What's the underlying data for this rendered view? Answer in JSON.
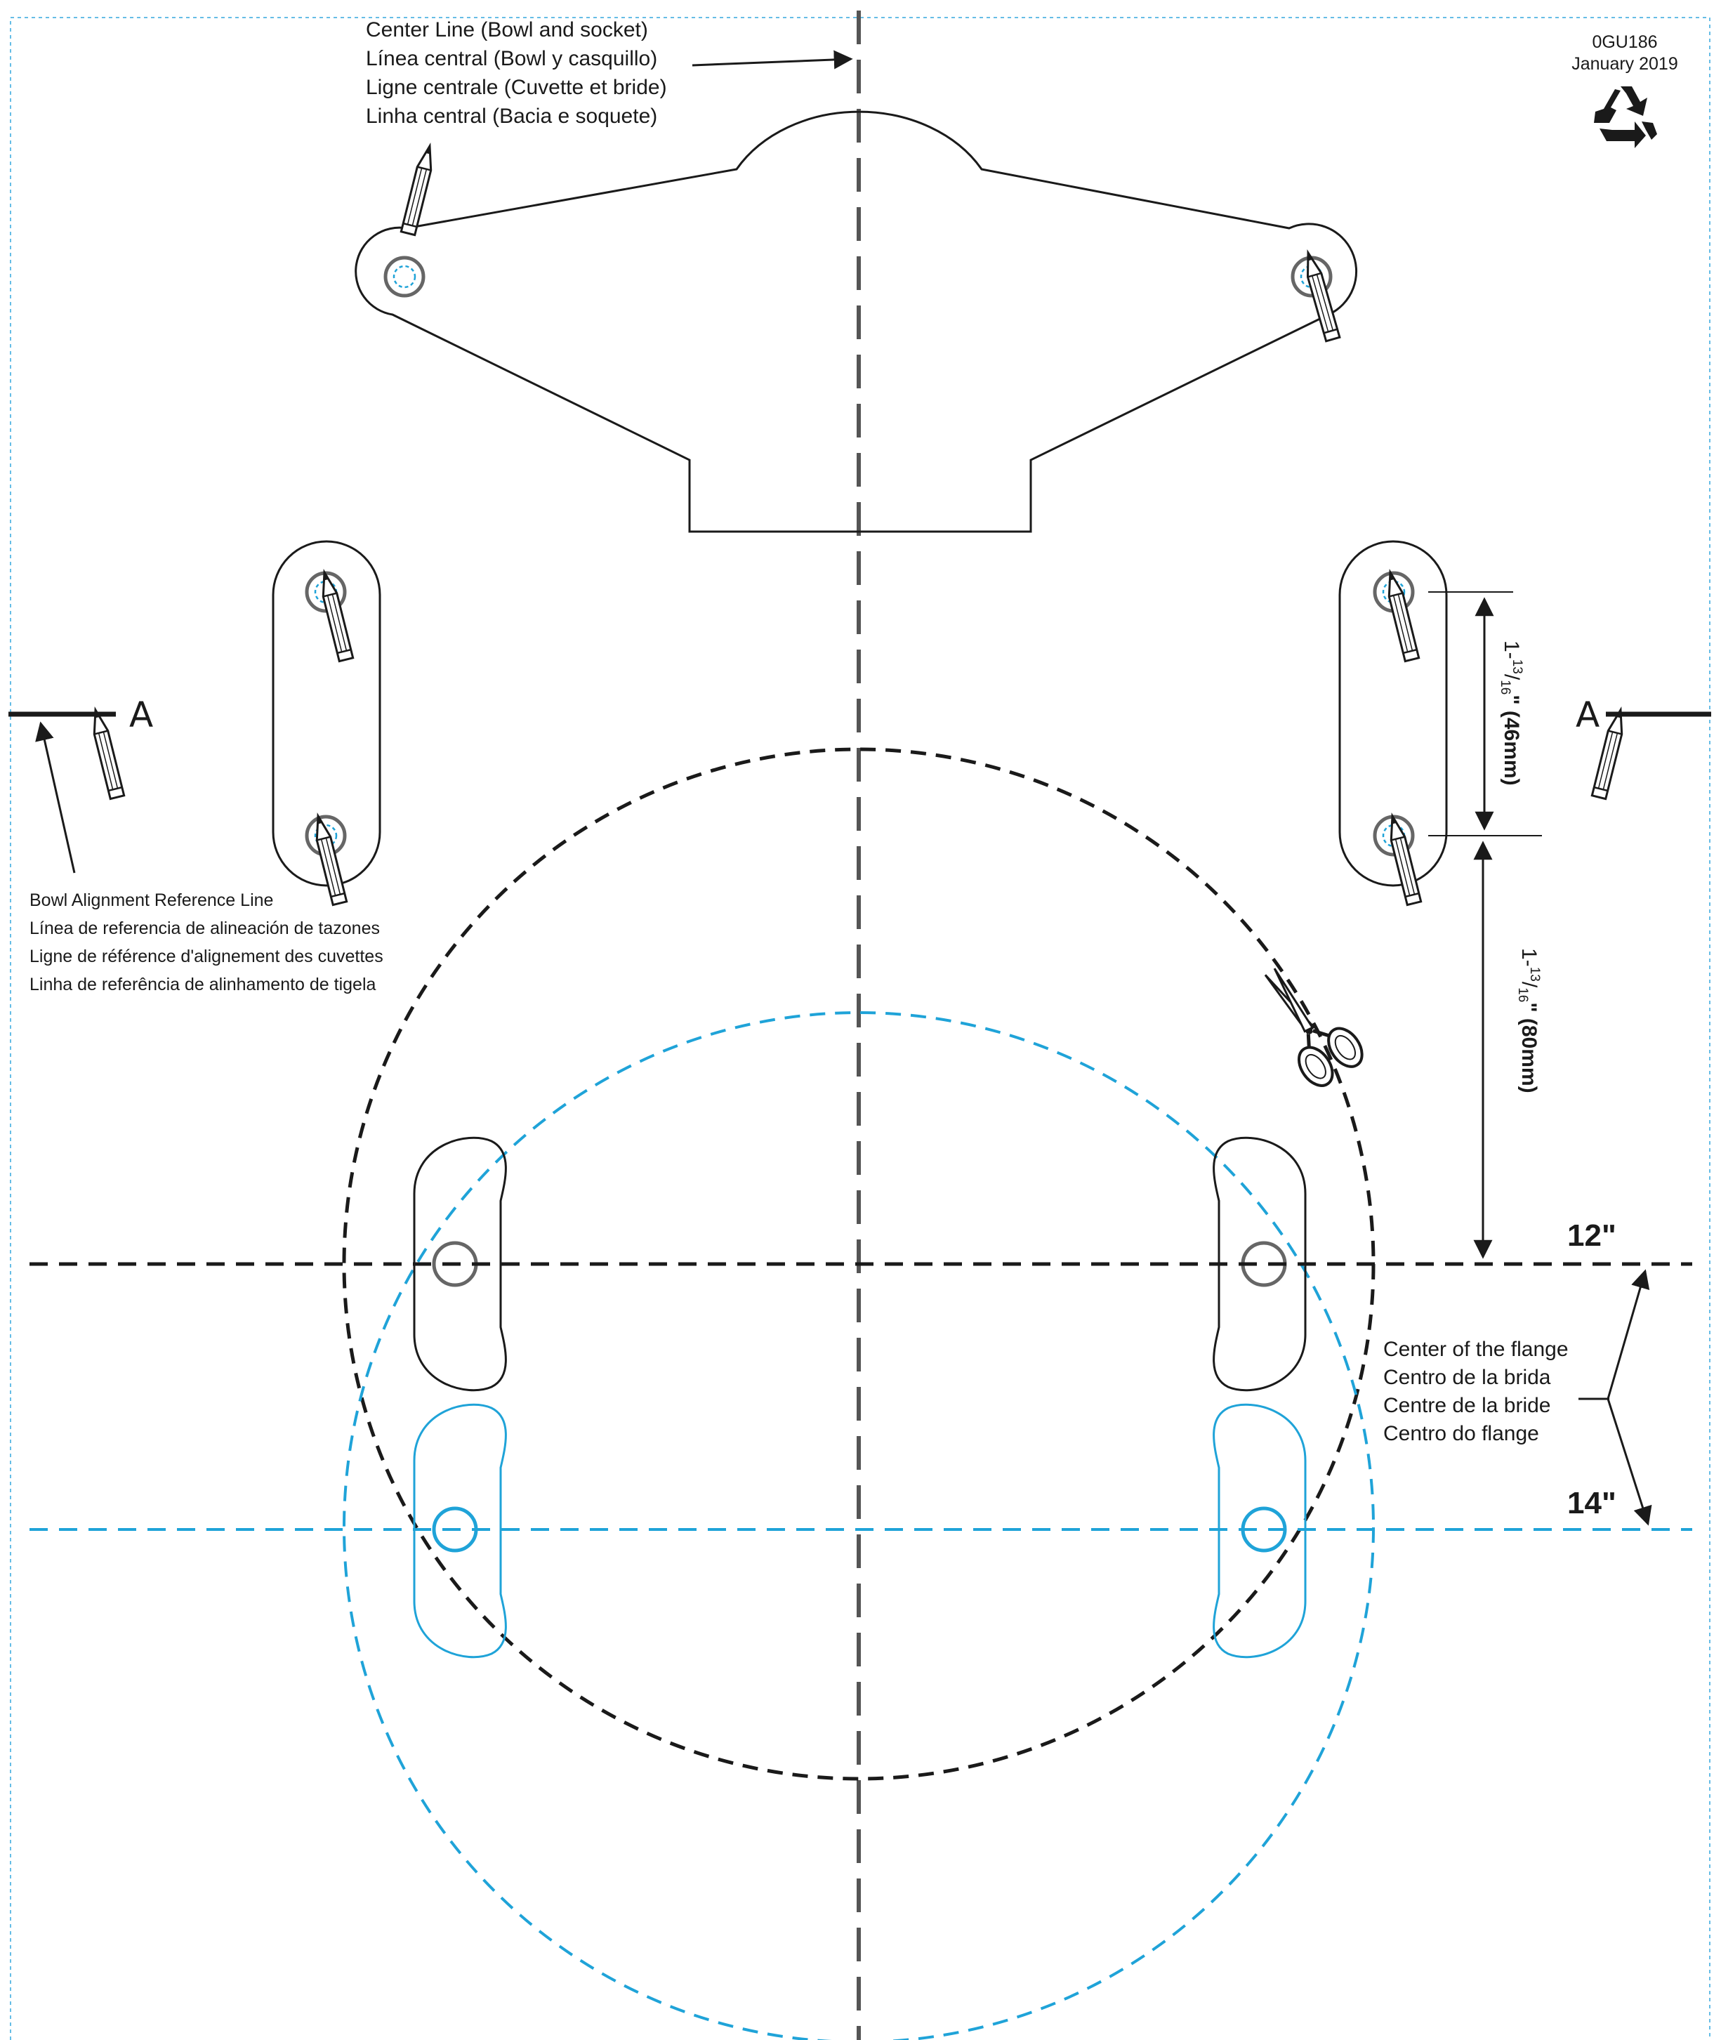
{
  "doc": {
    "code": "0GU186",
    "date": "January 2019",
    "recycle_icon": "recycle-icon"
  },
  "center_line": {
    "label_lines": [
      "Center Line (Bowl and socket)",
      "Línea central (Bowl y casquillo)",
      "Ligne centrale (Cuvette et bride)",
      "Linha central (Bacia e soquete)"
    ]
  },
  "bowl_reference": {
    "label_lines": [
      "Bowl Alignment Reference Line",
      "Línea de referencia de alineación de tazones",
      "Ligne de référence d'alignement des cuvettes",
      "Linha de referência de alinhamento de tigela"
    ],
    "marker_left": "A",
    "marker_right": "A"
  },
  "dimensions": {
    "upper": {
      "whole": "1-",
      "num": "13",
      "den": "16",
      "suffix": "\" (46mm)"
    },
    "lower": {
      "whole": "1-",
      "num": "13",
      "den": "16",
      "suffix": "\" (80mm)"
    }
  },
  "flange": {
    "label_lines": [
      "Center of the flange",
      "Centro de la brida",
      "Centre de la bride",
      "Centro do flange"
    ],
    "rough_in_12": "12\"",
    "rough_in_14": "14\""
  },
  "colors": {
    "ink": "#1a1a1a",
    "blue": "#1fa3d8",
    "gray": "#666666",
    "border": "#66bde6"
  }
}
